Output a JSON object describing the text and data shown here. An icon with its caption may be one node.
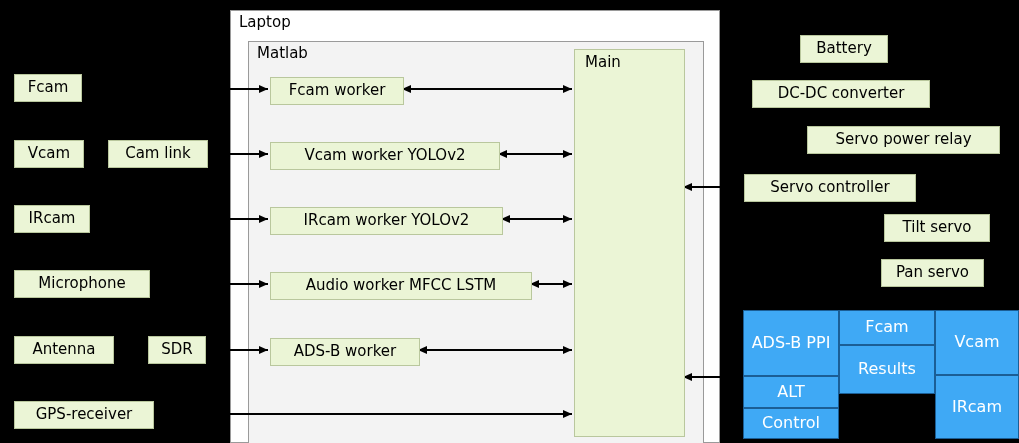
{
  "diagram": {
    "nodes": [
      {
        "text": [
          "Laptop"
        ]
      },
      {
        "text": [
          "Matlab"
        ],
        "in": 0
      },
      {
        "text": [
          "Main"
        ],
        "in": 1
      },
      {
        "text": [
          "Fcam worker"
        ],
        "in": 1
      },
      {
        "text": [
          "Vcam worker YOLOv2"
        ],
        "in": 1
      },
      {
        "text": [
          "IRcam worker YOLOv2"
        ],
        "in": 1
      },
      {
        "text": [
          "Audio worker MFCC LSTM"
        ],
        "in": 1
      },
      {
        "text": [
          "ADS-B worker"
        ],
        "in": 1
      },
      {
        "text": [
          "Fcam"
        ]
      },
      {
        "text": [
          "Vcam"
        ]
      },
      {
        "text": [
          "Cam link"
        ]
      },
      {
        "text": [
          "IRcam"
        ]
      },
      {
        "text": [
          "Microphone"
        ]
      },
      {
        "text": [
          "Antenna"
        ]
      },
      {
        "text": [
          "SDR"
        ]
      },
      {
        "text": [
          "GPS-receiver"
        ]
      },
      {
        "text": [
          "Battery"
        ]
      },
      {
        "text": [
          "DC-DC converter"
        ]
      },
      {
        "text": [
          "Servo power relay"
        ]
      },
      {
        "text": [
          "Servo controller"
        ]
      },
      {
        "text": [
          "Tilt servo"
        ]
      },
      {
        "text": [
          "Pan servo"
        ]
      },
      {
        "text": [
          "ADS-B PPI"
        ]
      },
      {
        "text": [
          "Fcam"
        ]
      },
      {
        "text": [
          "Vcam"
        ]
      },
      {
        "text": [
          "Results"
        ]
      },
      {
        "text": [
          "ALT"
        ]
      },
      {
        "text": [
          "Control"
        ]
      },
      {
        "text": [
          "IRcam"
        ]
      }
    ],
    "edges": [
      {
        "from": null,
        "to": 3,
        "arrow": "to"
      },
      {
        "from": 3,
        "to": 2,
        "arrow": "both"
      },
      {
        "from": null,
        "to": 4,
        "arrow": "to"
      },
      {
        "from": 4,
        "to": 2,
        "arrow": "both"
      },
      {
        "from": null,
        "to": 5,
        "arrow": "to"
      },
      {
        "from": 5,
        "to": 2,
        "arrow": "both"
      },
      {
        "from": null,
        "to": 6,
        "arrow": "to"
      },
      {
        "from": 6,
        "to": 2,
        "arrow": "both"
      },
      {
        "from": null,
        "to": 7,
        "arrow": "to"
      },
      {
        "from": 7,
        "to": 2,
        "arrow": "both"
      },
      {
        "from": null,
        "to": 2,
        "arrow": "to"
      },
      {
        "from": null,
        "to": 2,
        "arrow": "to"
      },
      {
        "from": null,
        "to": 2,
        "arrow": "to"
      }
    ]
  }
}
